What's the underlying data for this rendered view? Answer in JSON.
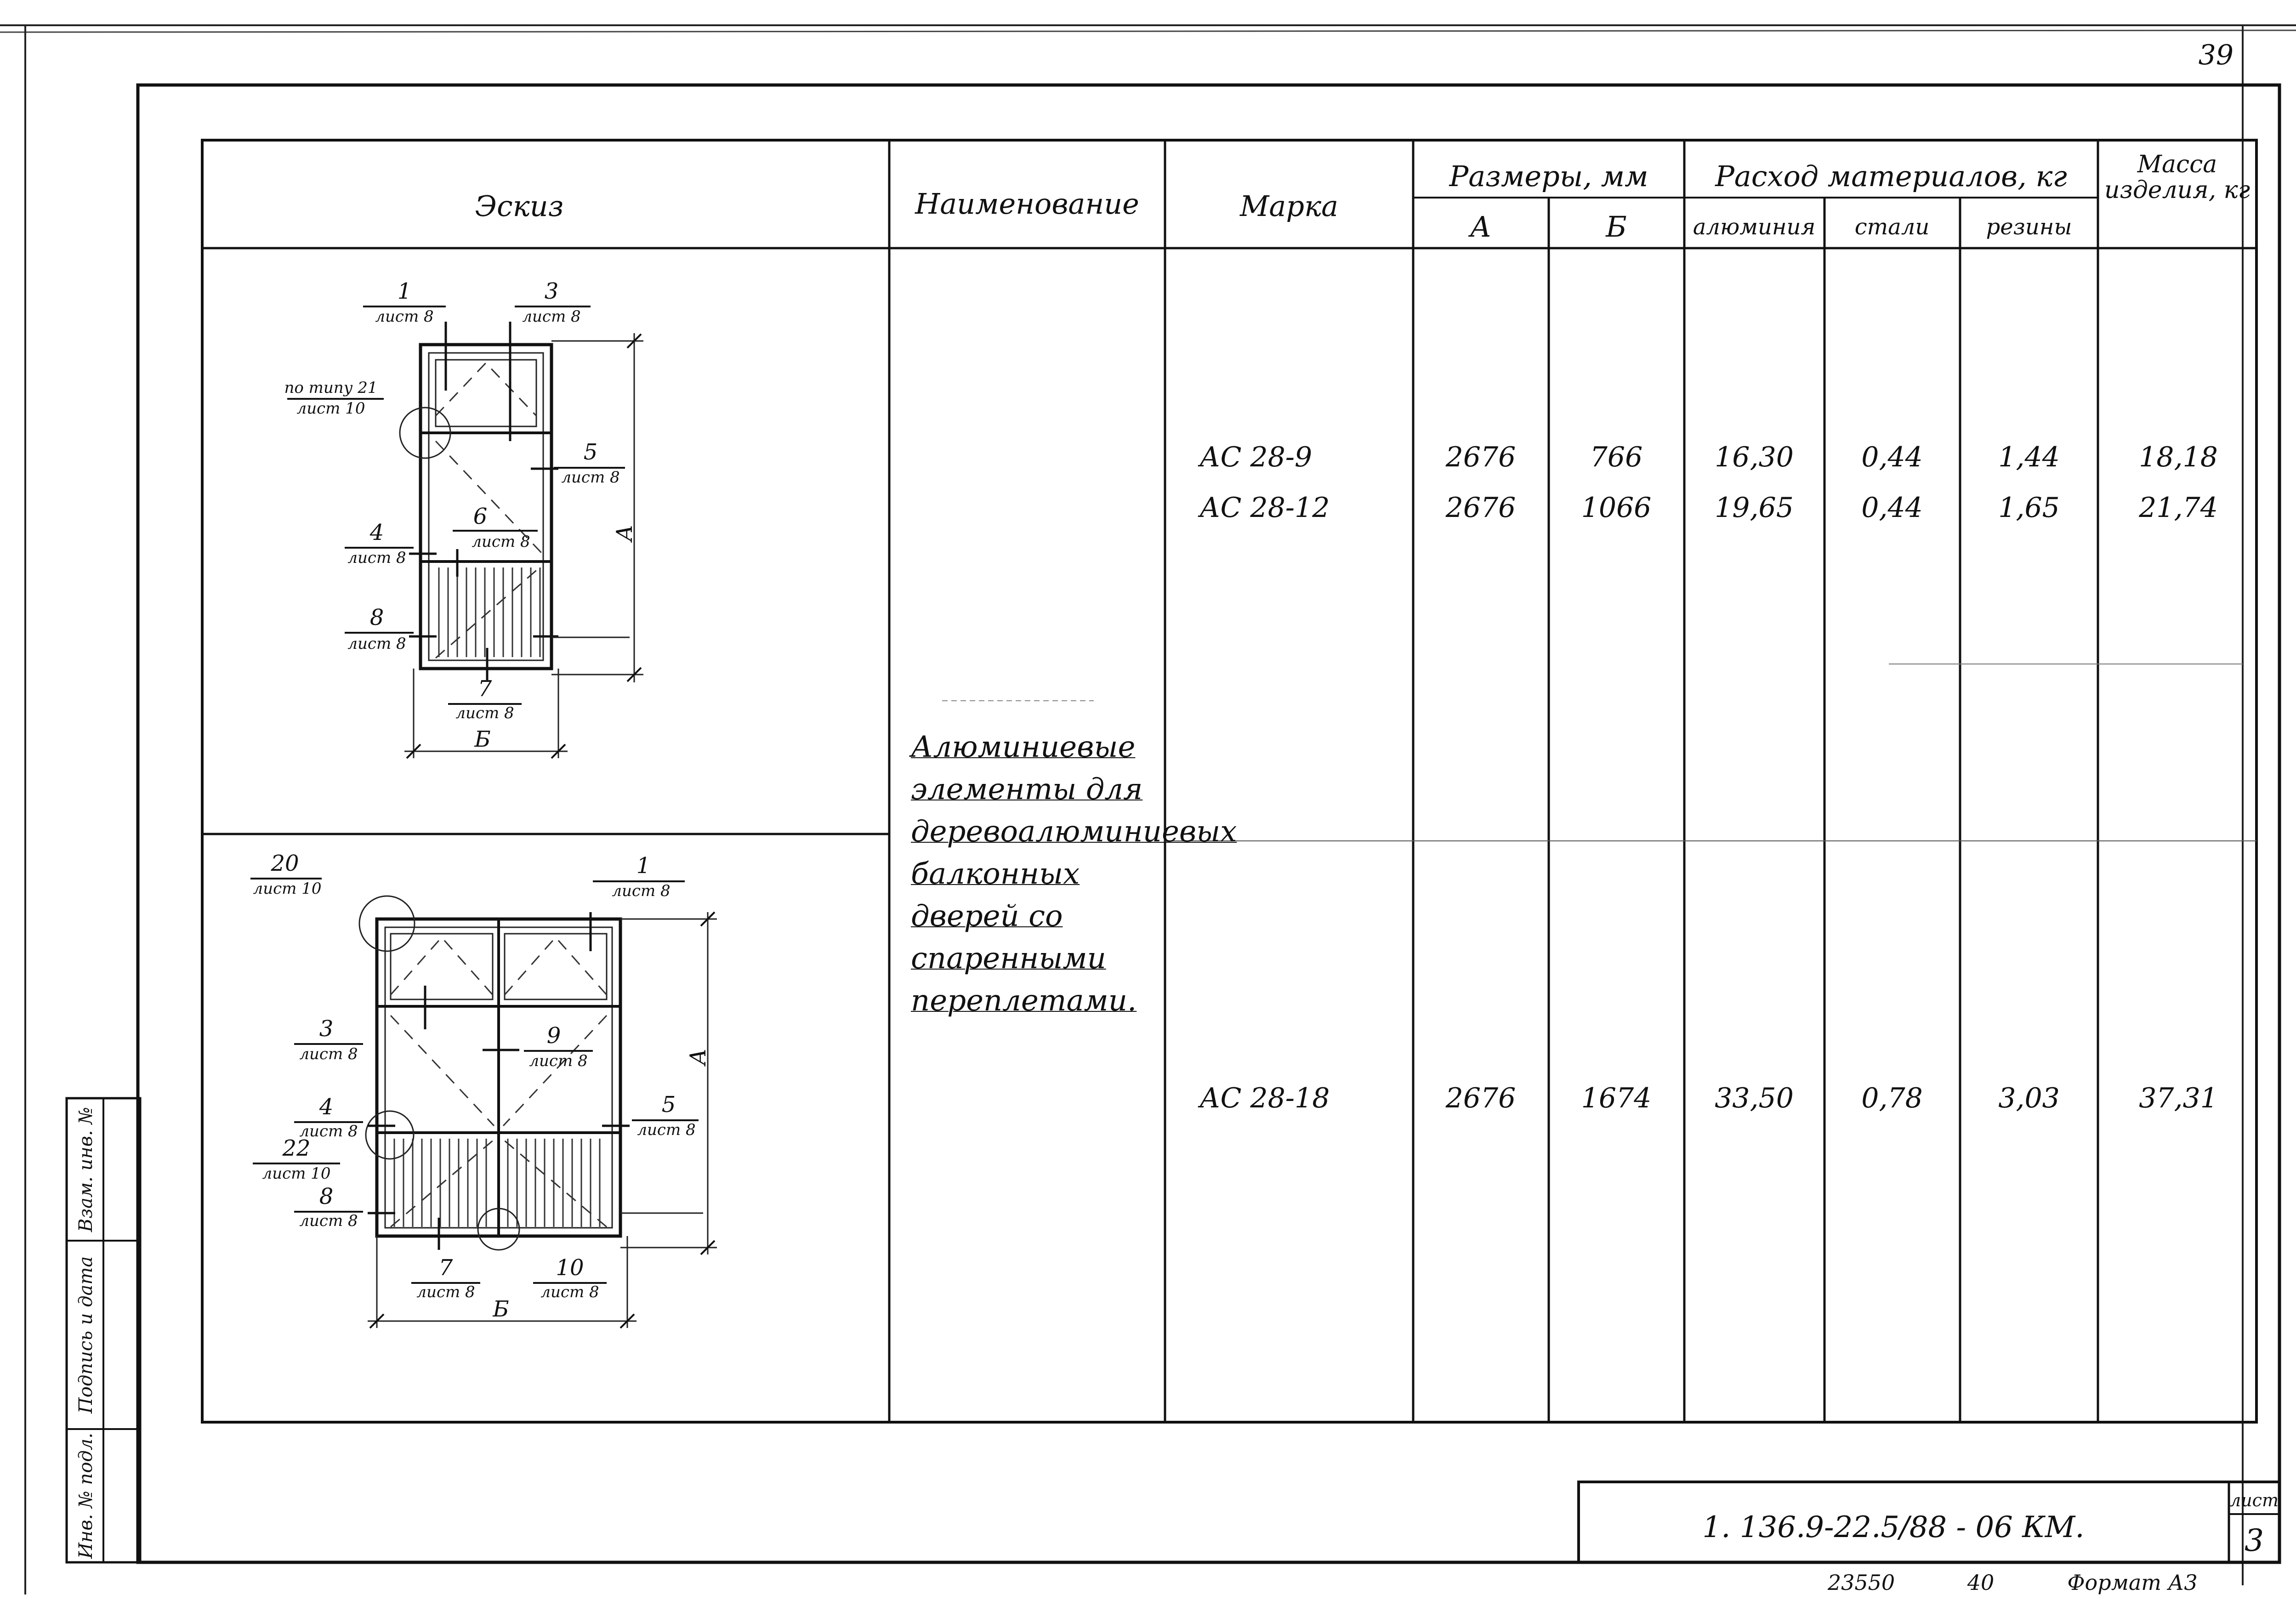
{
  "page": {
    "corner_number": "39"
  },
  "table": {
    "headers": {
      "sketch": "Эскиз",
      "name": "Наименование",
      "mark": "Марка",
      "sizes": "Размеры, мм",
      "size_a": "А",
      "size_b": "Б",
      "materials": "Расход материалов, кг",
      "aluminium": "алюминия",
      "steel": "стали",
      "rubber": "резины",
      "mass": "Масса изделия, кг"
    },
    "name_text": "Алюминиевые элементы для деревоалюминиевых балконных дверей со спаренными переплетами.",
    "rows": [
      {
        "mark": "АС 28-9",
        "a": "2676",
        "b": "766",
        "aluminium": "16,30",
        "steel": "0,44",
        "rubber": "1,44",
        "mass": "18,18"
      },
      {
        "mark": "АС 28-12",
        "a": "2676",
        "b": "1066",
        "aluminium": "19,65",
        "steel": "0,44",
        "rubber": "1,65",
        "mass": "21,74"
      },
      {
        "mark": "АС 28-18",
        "a": "2676",
        "b": "1674",
        "aluminium": "33,50",
        "steel": "0,78",
        "rubber": "3,03",
        "mass": "37,31"
      }
    ]
  },
  "sketch1": {
    "callouts": [
      {
        "num": "1",
        "sheet": "лист 8"
      },
      {
        "num": "3",
        "sheet": "лист 8"
      },
      {
        "num": "по типу 21",
        "sheet": "лист 10"
      },
      {
        "num": "5",
        "sheet": "лист 8"
      },
      {
        "num": "6",
        "sheet": "лист 8"
      },
      {
        "num": "4",
        "sheet": "лист 8"
      },
      {
        "num": "8",
        "sheet": "лист 8"
      },
      {
        "num": "7",
        "sheet": "лист 8"
      }
    ],
    "dim_a": "А",
    "dim_b": "Б"
  },
  "sketch2": {
    "callouts": [
      {
        "num": "20",
        "sheet": "лист 10"
      },
      {
        "num": "1",
        "sheet": "лист 8"
      },
      {
        "num": "3",
        "sheet": "лист 8"
      },
      {
        "num": "9",
        "sheet": "лист 8"
      },
      {
        "num": "4",
        "sheet": "лист 8"
      },
      {
        "num": "22",
        "sheet": "лист 10"
      },
      {
        "num": "5",
        "sheet": "лист 8"
      },
      {
        "num": "8",
        "sheet": "лист 8"
      },
      {
        "num": "7",
        "sheet": "лист 8"
      },
      {
        "num": "10",
        "sheet": "лист 8"
      }
    ],
    "dim_a": "А",
    "dim_b": "Б"
  },
  "side_stamp": {
    "cells": [
      "Инв. № подл.",
      "Подпись и дата",
      "Взам. инв. №"
    ]
  },
  "title_block": {
    "code": "1. 136.9-22.5/88 - 06 КМ.",
    "sheet_label": "лист",
    "sheet_num": "3"
  },
  "footer": {
    "num1": "23550",
    "num2": "40",
    "format": "Формат А3"
  }
}
